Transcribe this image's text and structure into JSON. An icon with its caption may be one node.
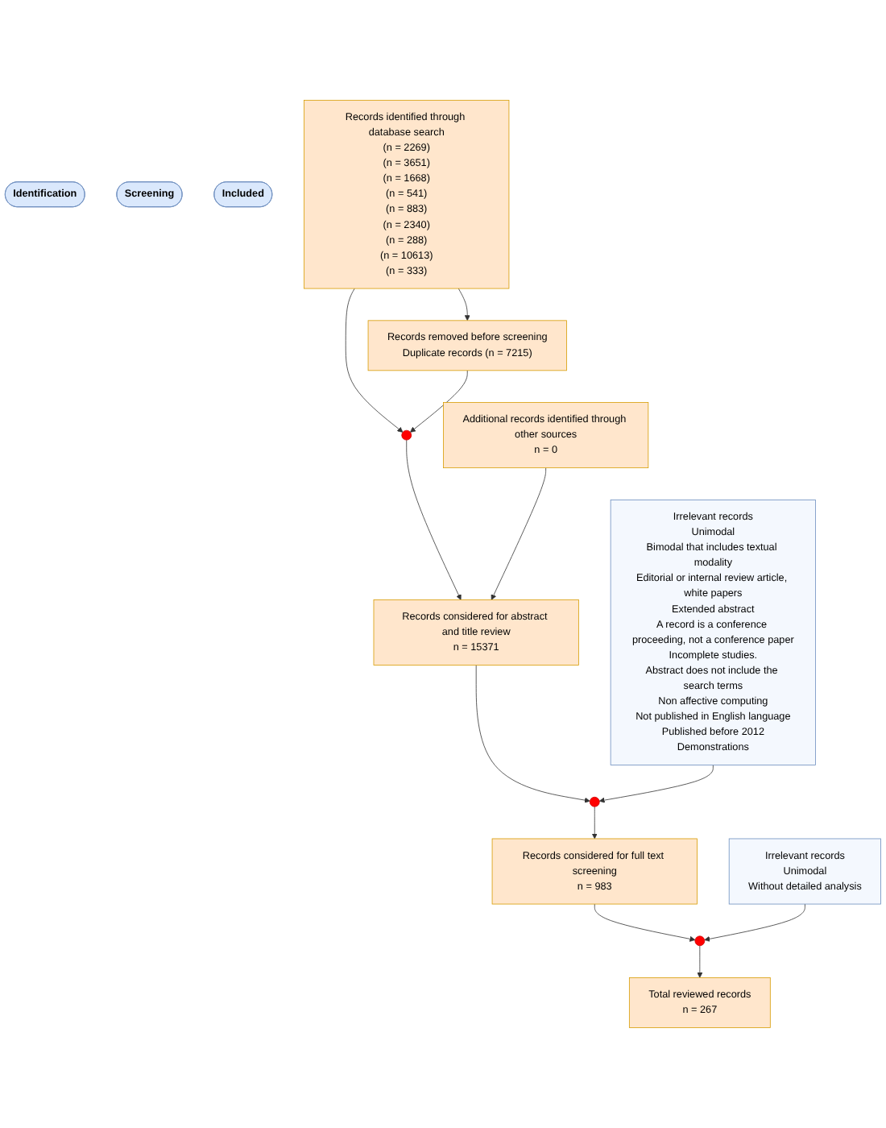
{
  "diagram": {
    "nodes": [
      {
        "text": [
          "Identification"
        ]
      },
      {
        "text": [
          "Screening"
        ]
      },
      {
        "text": [
          "Included"
        ]
      },
      {
        "text": [
          "Records identified through database search",
          "(n = 2269)",
          "(n = 3651)",
          "(n = 1668)",
          "(n = 541)",
          "(n = 883)",
          "(n = 2340)",
          "(n = 288)",
          "(n = 10613)",
          "(n = 333)"
        ]
      },
      {
        "text": [
          "Additional records identified through other sources",
          "n = 0"
        ]
      },
      {
        "text": [
          "Records removed before screening",
          "Duplicate records (n = 7215)"
        ]
      },
      {
        "text": [],
        "shape": "circle"
      },
      {
        "text": [
          "Records considered for abstract and title review",
          "n = 15371"
        ]
      },
      {
        "text": [
          "Irrelevant records",
          "Unimodal",
          "Bimodal that includes textual modality",
          "Editorial or internal review article, white papers",
          "Extended abstract",
          "A record is a conference proceeding, not a conference paper",
          "Incomplete studies.",
          "Abstract does not include the search terms",
          "Non affective computing",
          "Not published in English language",
          "Published before 2012",
          "Demonstrations"
        ]
      },
      {
        "text": [],
        "shape": "circle"
      },
      {
        "text": [
          "Records considered for full text screening",
          "n = 983"
        ]
      },
      {
        "text": [
          "Irrelevant records",
          "Unimodal",
          "Without detailed analysis"
        ]
      },
      {
        "text": [],
        "shape": "circle"
      },
      {
        "text": [
          "Total reviewed records",
          "n = 267"
        ]
      }
    ],
    "edges": [
      {
        "from": 3,
        "to": 5,
        "arrow": "to"
      },
      {
        "from": 3,
        "to": 6,
        "arrow": "to"
      },
      {
        "from": 5,
        "to": 6,
        "arrow": "to"
      },
      {
        "from": 6,
        "to": 7,
        "arrow": "to"
      },
      {
        "from": 4,
        "to": 7,
        "arrow": "to"
      },
      {
        "from": 7,
        "to": 9,
        "arrow": "to"
      },
      {
        "from": 8,
        "to": 9,
        "arrow": "to"
      },
      {
        "from": 9,
        "to": 10,
        "arrow": "to"
      },
      {
        "from": 10,
        "to": 12,
        "arrow": "to"
      },
      {
        "from": 11,
        "to": 12,
        "arrow": "to"
      },
      {
        "from": 12,
        "to": 13,
        "arrow": "to"
      }
    ]
  }
}
